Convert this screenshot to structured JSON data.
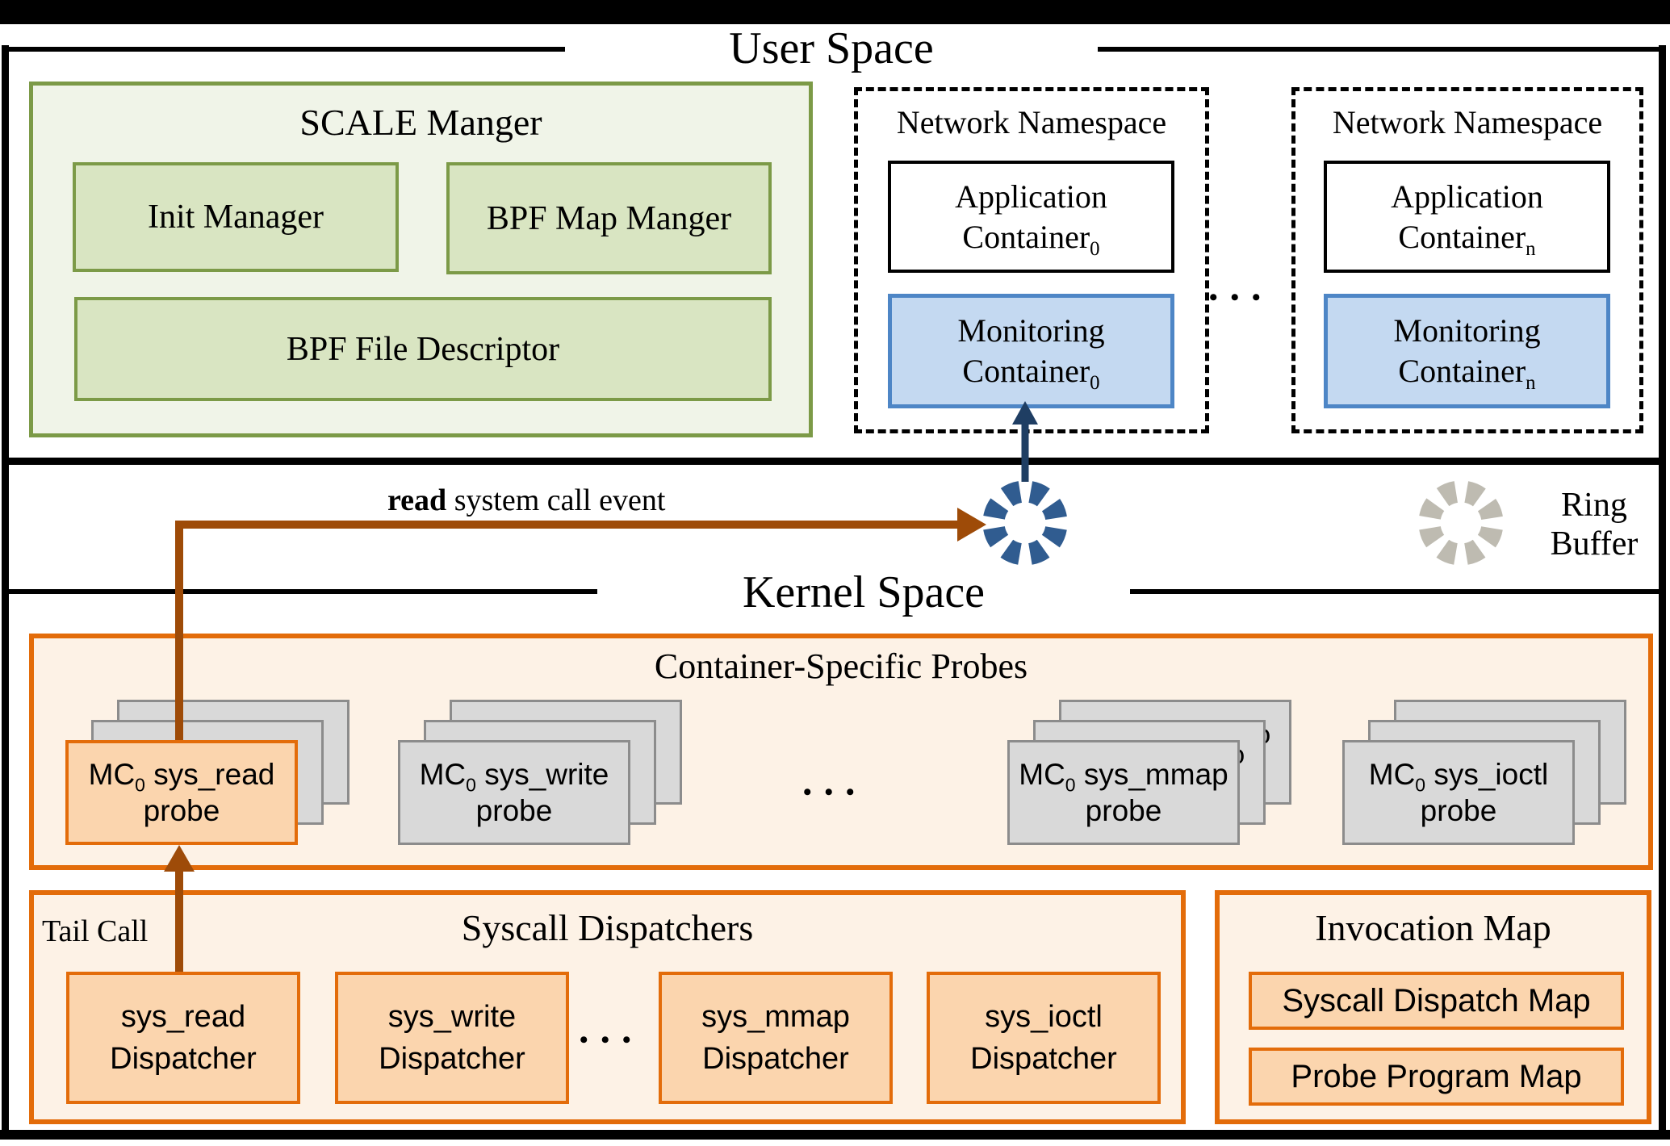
{
  "user_space": {
    "title": "User Space",
    "scale_manager": {
      "title": "SCALE Manger",
      "init_manager": "Init Manager",
      "bpf_map_manager": "BPF Map Manger",
      "bpf_file_descriptor": "BPF File Descriptor"
    },
    "namespaces": [
      {
        "label": "Network Namespace",
        "app": {
          "name": "Application",
          "name2": "Container",
          "sub": "0"
        },
        "mon": {
          "name": "Monitoring",
          "name2": "Container",
          "sub": "0"
        }
      },
      {
        "label": "Network Namespace",
        "app": {
          "name": "Application",
          "name2": "Container",
          "sub": "n"
        },
        "mon": {
          "name": "Monitoring",
          "name2": "Container",
          "sub": "n"
        }
      }
    ],
    "ellipsis": "•••"
  },
  "middle_band": {
    "read_event": {
      "bold": "read",
      "rest": " system call event"
    },
    "ring_buffer": {
      "line1": "Ring",
      "line2": "Buffer"
    }
  },
  "kernel_space": {
    "title": "Kernel Space",
    "probes": {
      "title": "Container-Specific Probes",
      "ellipsis": "•••",
      "stacks": [
        {
          "prefix": "MC",
          "sub": "0",
          "syscall": "sys_read",
          "line2": "probe"
        },
        {
          "prefix": "MC",
          "sub": "0",
          "syscall": "sys_write",
          "line2": "probe"
        },
        {
          "prefix": "MC",
          "sub": "0",
          "syscall": "sys_mmap",
          "line2": "probe"
        },
        {
          "prefix": "MC",
          "sub": "0",
          "syscall": "sys_ioctl",
          "line2": "probe"
        }
      ]
    },
    "dispatchers": {
      "title": "Syscall Dispatchers",
      "tail_call": "Tail Call",
      "ellipsis": "•••",
      "items": [
        {
          "line1": "sys_read",
          "line2": "Dispatcher"
        },
        {
          "line1": "sys_write",
          "line2": "Dispatcher"
        },
        {
          "line1": "sys_mmap",
          "line2": "Dispatcher"
        },
        {
          "line1": "sys_ioctl",
          "line2": "Dispatcher"
        }
      ]
    },
    "invocation_map": {
      "title": "Invocation Map",
      "maps": [
        "Syscall Dispatch Map",
        "Probe Program Map"
      ]
    }
  },
  "colors": {
    "accent_orange": "#E36C0A",
    "fill_orange_light": "#FDF2E6",
    "fill_orange_card": "#FBD5AE",
    "green_border": "#7C9A47",
    "green_fill_outer": "#F0F4E8",
    "green_fill_inner": "#D9E5C2",
    "blue_fill": "#C4D9F1",
    "blue_border": "#4E86C6",
    "ring_blue": "#305C90",
    "ring_gray": "#BEBBB1",
    "arrow_brown": "#9E4B08",
    "arrow_navy": "#1F3E63"
  }
}
